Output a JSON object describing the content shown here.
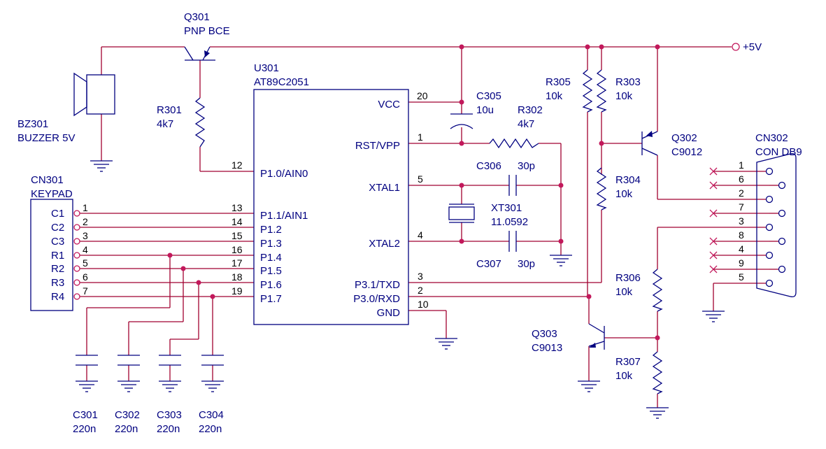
{
  "components": {
    "q301": {
      "ref": "Q301",
      "value": "PNP BCE"
    },
    "u301": {
      "ref": "U301",
      "value": "AT89C2051"
    },
    "bz301": {
      "ref": "BZ301",
      "value": "BUZZER 5V"
    },
    "r301": {
      "ref": "R301",
      "value": "4k7"
    },
    "r302": {
      "ref": "R302",
      "value": "4k7"
    },
    "r303": {
      "ref": "R303",
      "value": "10k"
    },
    "r304": {
      "ref": "R304",
      "value": "10k"
    },
    "r305": {
      "ref": "R305",
      "value": "10k"
    },
    "r306": {
      "ref": "R306",
      "value": "10k"
    },
    "r307": {
      "ref": "R307",
      "value": "10k"
    },
    "c305": {
      "ref": "C305",
      "value": "10u"
    },
    "c306": {
      "ref": "C306",
      "value": "30p"
    },
    "c307": {
      "ref": "C307",
      "value": "30p"
    },
    "xt301": {
      "ref": "XT301",
      "value": "11.0592"
    },
    "q302": {
      "ref": "Q302",
      "value": "C9012"
    },
    "q303": {
      "ref": "Q303",
      "value": "C9013"
    },
    "cn301": {
      "ref": "CN301",
      "value": "KEYPAD"
    },
    "cn302": {
      "ref": "CN302",
      "value": "CON DB9"
    },
    "c301": {
      "ref": "C301",
      "value": "220n"
    },
    "c302": {
      "ref": "C302",
      "value": "220n"
    },
    "c303": {
      "ref": "C303",
      "value": "220n"
    },
    "c304": {
      "ref": "C304",
      "value": "220n"
    }
  },
  "power": {
    "vcc_label": "+5V"
  },
  "u301_pins": {
    "vcc": {
      "name": "VCC",
      "num": "20"
    },
    "rst": {
      "name": "RST/VPP",
      "num": "1"
    },
    "xtal1": {
      "name": "XTAL1",
      "num": "5"
    },
    "xtal2": {
      "name": "XTAL2",
      "num": "4"
    },
    "txd": {
      "name": "P3.1/TXD",
      "num": "3"
    },
    "rxd": {
      "name": "P3.0/RXD",
      "num": "2"
    },
    "gnd": {
      "name": "GND",
      "num": "10"
    },
    "p10": {
      "name": "P1.0/AIN0",
      "num": "12"
    },
    "p11": {
      "name": "P1.1/AIN1",
      "num": "13"
    },
    "p12": {
      "name": "P1.2",
      "num": "14"
    },
    "p13": {
      "name": "P1.3",
      "num": "15"
    },
    "p14": {
      "name": "P1.4",
      "num": "16"
    },
    "p15": {
      "name": "P1.5",
      "num": "17"
    },
    "p16": {
      "name": "P1.6",
      "num": "18"
    },
    "p17": {
      "name": "P1.7",
      "num": "19"
    }
  },
  "keypad_pins": [
    {
      "name": "C1",
      "num": "1"
    },
    {
      "name": "C2",
      "num": "2"
    },
    {
      "name": "C3",
      "num": "3"
    },
    {
      "name": "R1",
      "num": "4"
    },
    {
      "name": "R2",
      "num": "5"
    },
    {
      "name": "R3",
      "num": "6"
    },
    {
      "name": "R4",
      "num": "7"
    }
  ],
  "db9_pins": [
    "1",
    "6",
    "2",
    "7",
    "3",
    "8",
    "4",
    "9",
    "5"
  ],
  "colors": {
    "wire": "#a00030",
    "component": "#000080",
    "junction": "#c2185b"
  }
}
